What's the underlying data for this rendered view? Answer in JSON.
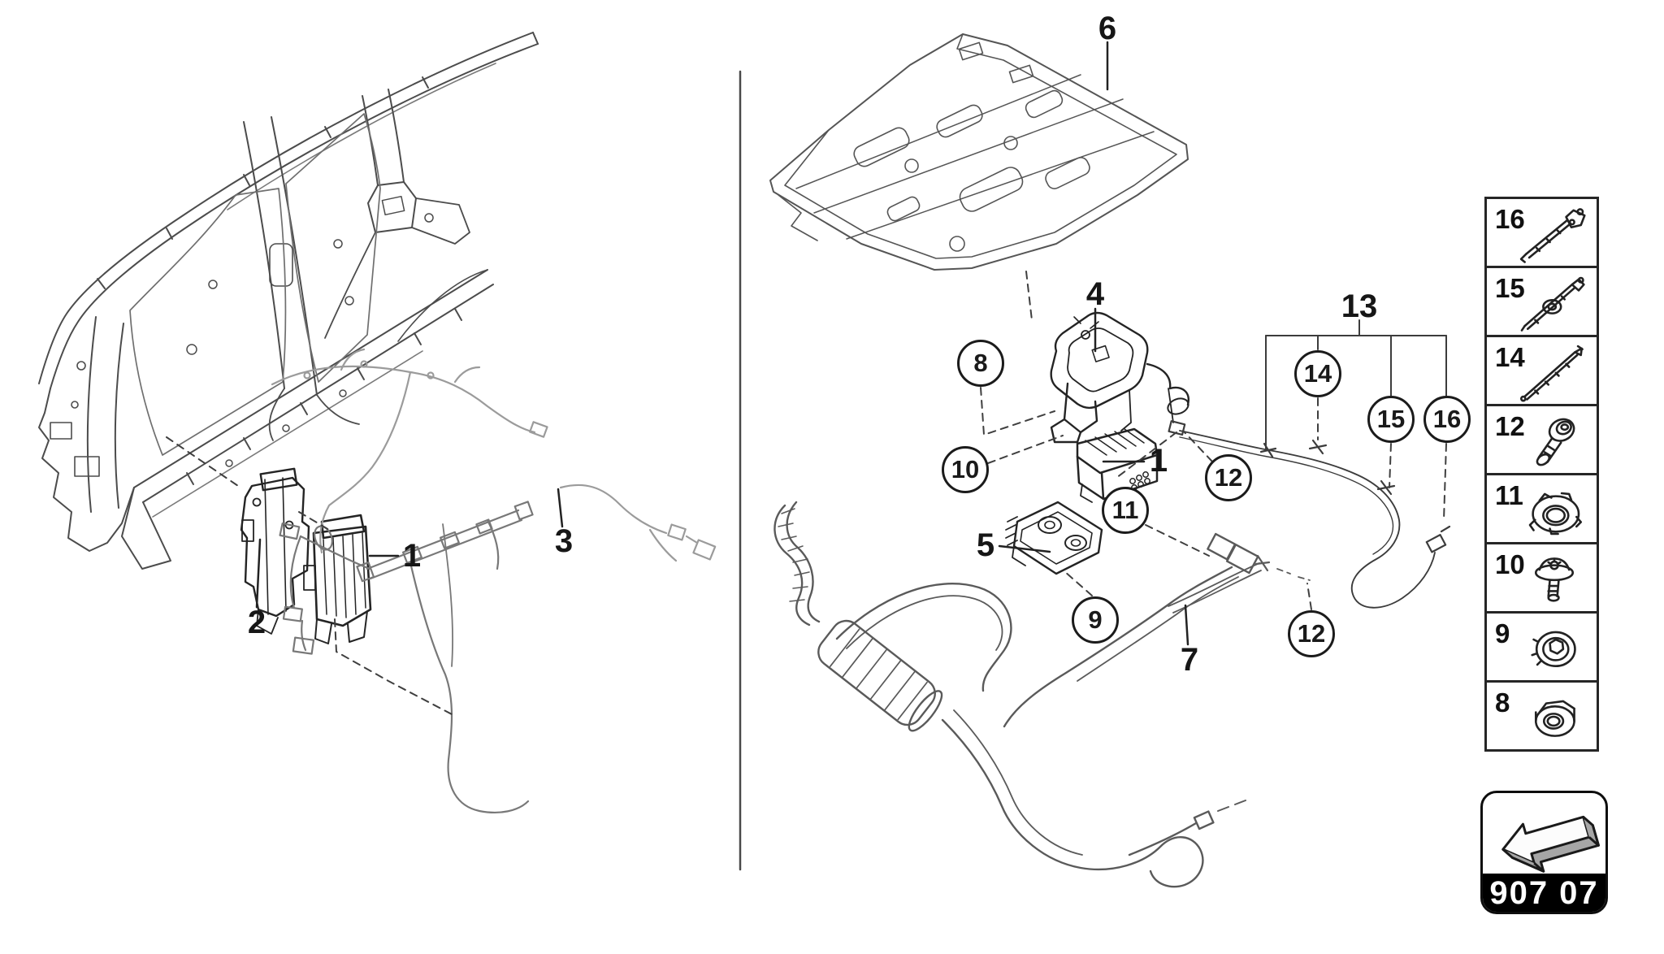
{
  "page": {
    "type": "parts-catalog-diagram",
    "background": "#ffffff",
    "colors": {
      "line": "#3a3a3a",
      "light_line": "#9b9b9b",
      "badge_bg": "#000000",
      "badge_text": "#ffffff",
      "arrow_gray": "#a6a6a6"
    }
  },
  "left_diagram": {
    "labels": {
      "part1": "1",
      "part2": "2",
      "part3": "3"
    }
  },
  "right_diagram": {
    "labels": {
      "part1": "1",
      "part4": "4",
      "part5": "5",
      "part6": "6",
      "part7": "7",
      "group13": "13"
    },
    "callouts": {
      "c8": "8",
      "c9": "9",
      "c10": "10",
      "c11": "11",
      "c12_upper": "12",
      "c12_lower": "12",
      "c14": "14",
      "c15": "15",
      "c16": "16"
    }
  },
  "legend": {
    "items": [
      {
        "number": "16",
        "icon": "cable-tie-long-icon"
      },
      {
        "number": "15",
        "icon": "cable-tie-clip-icon"
      },
      {
        "number": "14",
        "icon": "cable-tie-icon"
      },
      {
        "number": "12",
        "icon": "socket-bolt-icon"
      },
      {
        "number": "11",
        "icon": "clip-nut-icon"
      },
      {
        "number": "10",
        "icon": "washer-screw-icon"
      },
      {
        "number": "9",
        "icon": "cone-nut-icon"
      },
      {
        "number": "8",
        "icon": "flange-nut-icon"
      }
    ]
  },
  "badge": {
    "group_code": "907 07",
    "icon": "direction-arrow-icon"
  }
}
